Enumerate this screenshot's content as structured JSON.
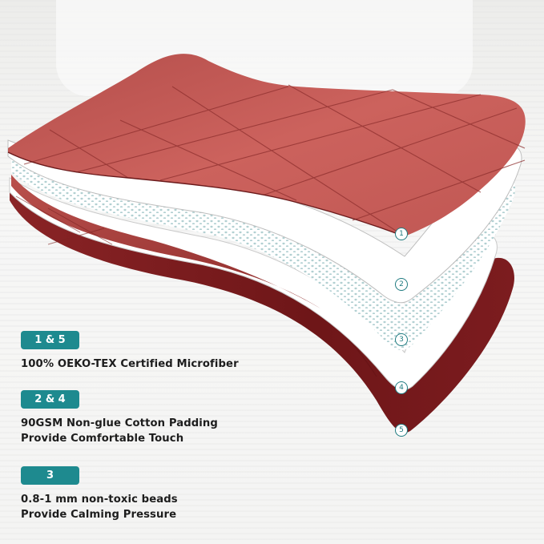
{
  "product_image": {
    "subject": "weighted blanket layered cross-section",
    "colors": {
      "shell_top": "#c45a55",
      "shell_bottom": "#7b1c1e",
      "padding": "#ffffff",
      "beads_dot": "#9fc4c6",
      "accent_teal": "#1e8a8f",
      "text": "#1d1d1d"
    }
  },
  "callouts": [
    {
      "number": "1"
    },
    {
      "number": "2"
    },
    {
      "number": "3"
    },
    {
      "number": "4"
    },
    {
      "number": "5"
    }
  ],
  "legend": [
    {
      "badge": "1 & 5",
      "lines": [
        "100% OEKO-TEX Certified Microfiber"
      ]
    },
    {
      "badge": "2 & 4",
      "lines": [
        "90GSM Non-glue Cotton Padding",
        "Provide Comfortable Touch"
      ]
    },
    {
      "badge": "3",
      "lines": [
        "0.8-1 mm non-toxic beads",
        "Provide Calming Pressure"
      ]
    }
  ]
}
